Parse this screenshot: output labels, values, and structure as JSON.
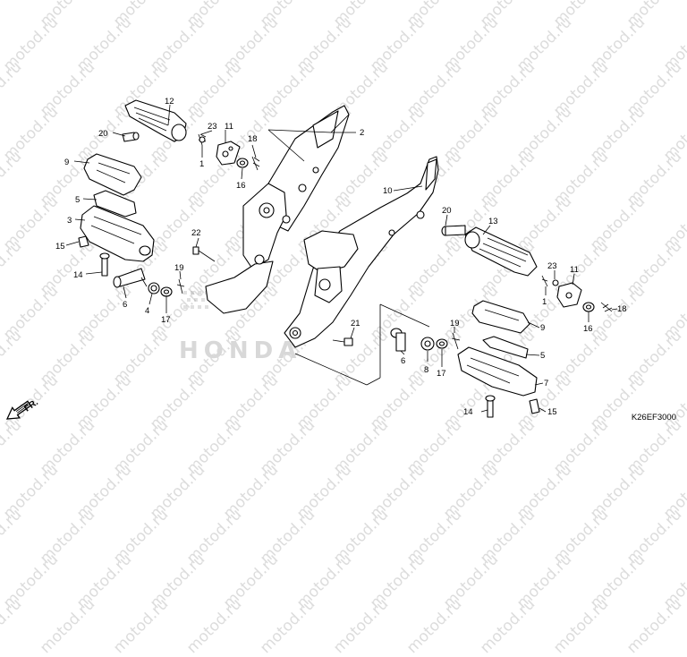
{
  "watermark": "motod.ru",
  "diagram_code": "K26EF3000",
  "front_arrow_label": "FR.",
  "logo_text": "HONDA",
  "callouts": {
    "c12": "12",
    "c20a": "20",
    "c23a": "23",
    "c11a": "11",
    "c1a": "1",
    "c18a": "18",
    "c16a": "16",
    "c2": "2",
    "c9a": "9",
    "c5a": "5",
    "c3": "3",
    "c15a": "15",
    "c14a": "14",
    "c22": "22",
    "c19a": "19",
    "c6a": "6",
    "c4": "4",
    "c17a": "17",
    "c10": "10",
    "c20b": "20",
    "c13": "13",
    "c23b": "23",
    "c11b": "11",
    "c1b": "1",
    "c16b": "16",
    "c18b": "18",
    "c9b": "9",
    "c5b": "5",
    "c7": "7",
    "c21": "21",
    "c19b": "19",
    "c6b": "6",
    "c8": "8",
    "c17b": "17",
    "c14b": "14",
    "c15b": "15"
  }
}
